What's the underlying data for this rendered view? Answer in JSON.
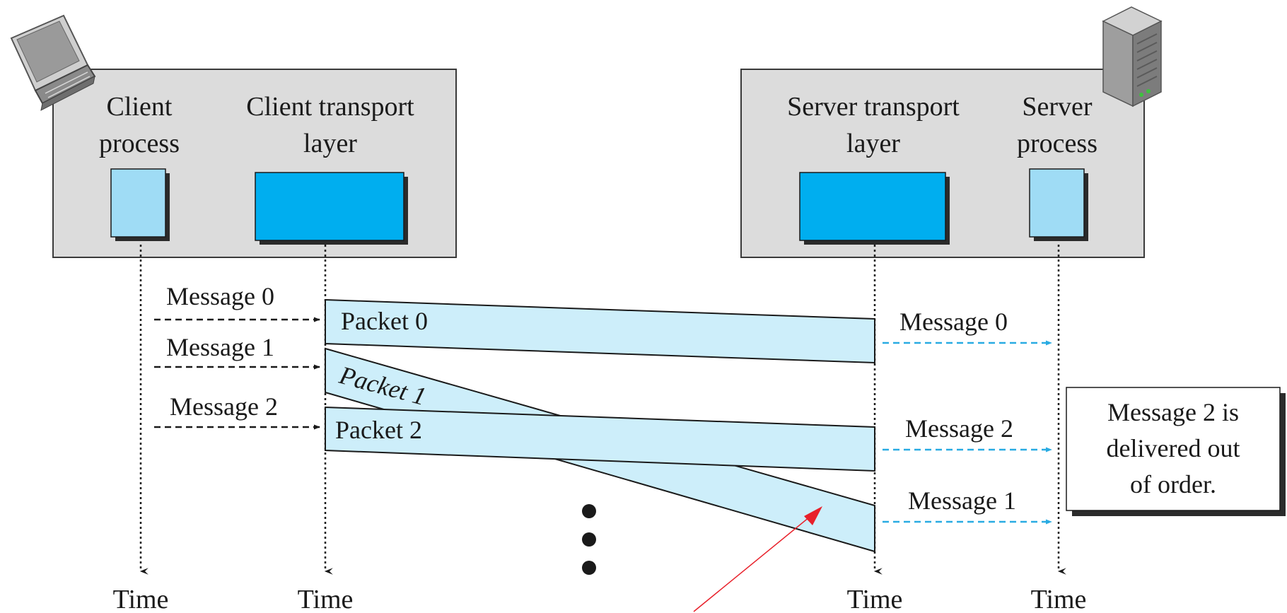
{
  "client": {
    "process_label": [
      "Client",
      "process"
    ],
    "transport_label": [
      "Client transport",
      "layer"
    ]
  },
  "server": {
    "transport_label": [
      "Server transport",
      "layer"
    ],
    "process_label": [
      "Server",
      "process"
    ]
  },
  "time_labels": [
    "Time",
    "Time",
    "Time",
    "Time"
  ],
  "sent_messages": [
    "Message 0",
    "Message 1",
    "Message 2"
  ],
  "packets": [
    "Packet 0",
    "Packet 1",
    "Packet 2"
  ],
  "delivered_messages": [
    "Message 0",
    "Message 2",
    "Message 1"
  ],
  "note": [
    "Message 2 is",
    "delivered out",
    "of order."
  ],
  "colors": {
    "box_fill": "#dcdcdc",
    "transport_fill": "#00aeef",
    "process_fill": "#9fdcf5",
    "packet_fill": "#cdeefa",
    "delivery_arrow": "#29abe2",
    "pointer": "#e8202a",
    "ink": "#1a1a1a"
  },
  "icons": [
    "laptop-icon",
    "server-icon",
    "ellipsis-dots"
  ]
}
